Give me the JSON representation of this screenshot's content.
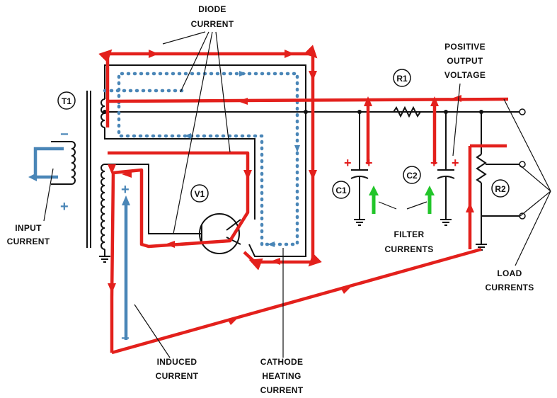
{
  "labels": {
    "diode_current": [
      "DIODE",
      "CURRENT"
    ],
    "positive_output_voltage": [
      "POSITIVE",
      "OUTPUT",
      "VOLTAGE"
    ],
    "input_current": [
      "INPUT",
      "CURRENT"
    ],
    "filter_currents": [
      "FILTER",
      "CURRENTS"
    ],
    "load_currents": [
      "LOAD",
      "CURRENTS"
    ],
    "induced_current": [
      "INDUCED",
      "CURRENT"
    ],
    "cathode_heating_current": [
      "CATHODE",
      "HEATING",
      "CURRENT"
    ]
  },
  "components": {
    "t1": "T1",
    "v1": "V1",
    "r1": "R1",
    "r2": "R2",
    "c1": "C1",
    "c2": "C2"
  },
  "signs": {
    "plus": "+",
    "minus": "−"
  },
  "colors": {
    "diode_current": "#e3201c",
    "ac_current": "#4a86b7",
    "filter_current": "#22c52a",
    "wiring": "#111111"
  }
}
